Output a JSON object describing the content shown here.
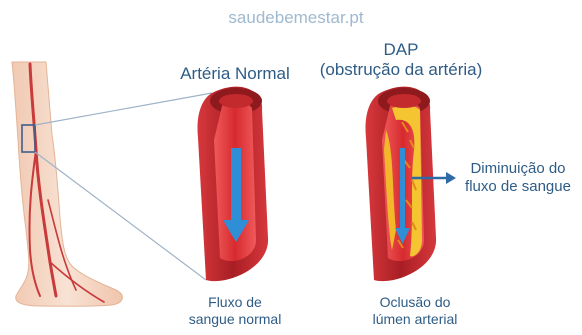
{
  "watermark": "saudebemestar.pt",
  "labels": {
    "normal_title": "Artéria Normal",
    "dap_title": "DAP\n(obstrução da artéria)",
    "reduced_flow": "Diminuição do\nfluxo de sangue",
    "normal_flow": "Fluxo de\nsangue normal",
    "occlusion": "Oclusão do\nlúmen arterial"
  },
  "colors": {
    "label_text": "#2e5c86",
    "watermark": "#9fb9cf",
    "artery_wall": "#c0272d",
    "artery_lumen": "#e03b3b",
    "plaque": "#f4c531",
    "flow_arrow": "#2f8fd6",
    "skin": "#f6d9c6"
  }
}
